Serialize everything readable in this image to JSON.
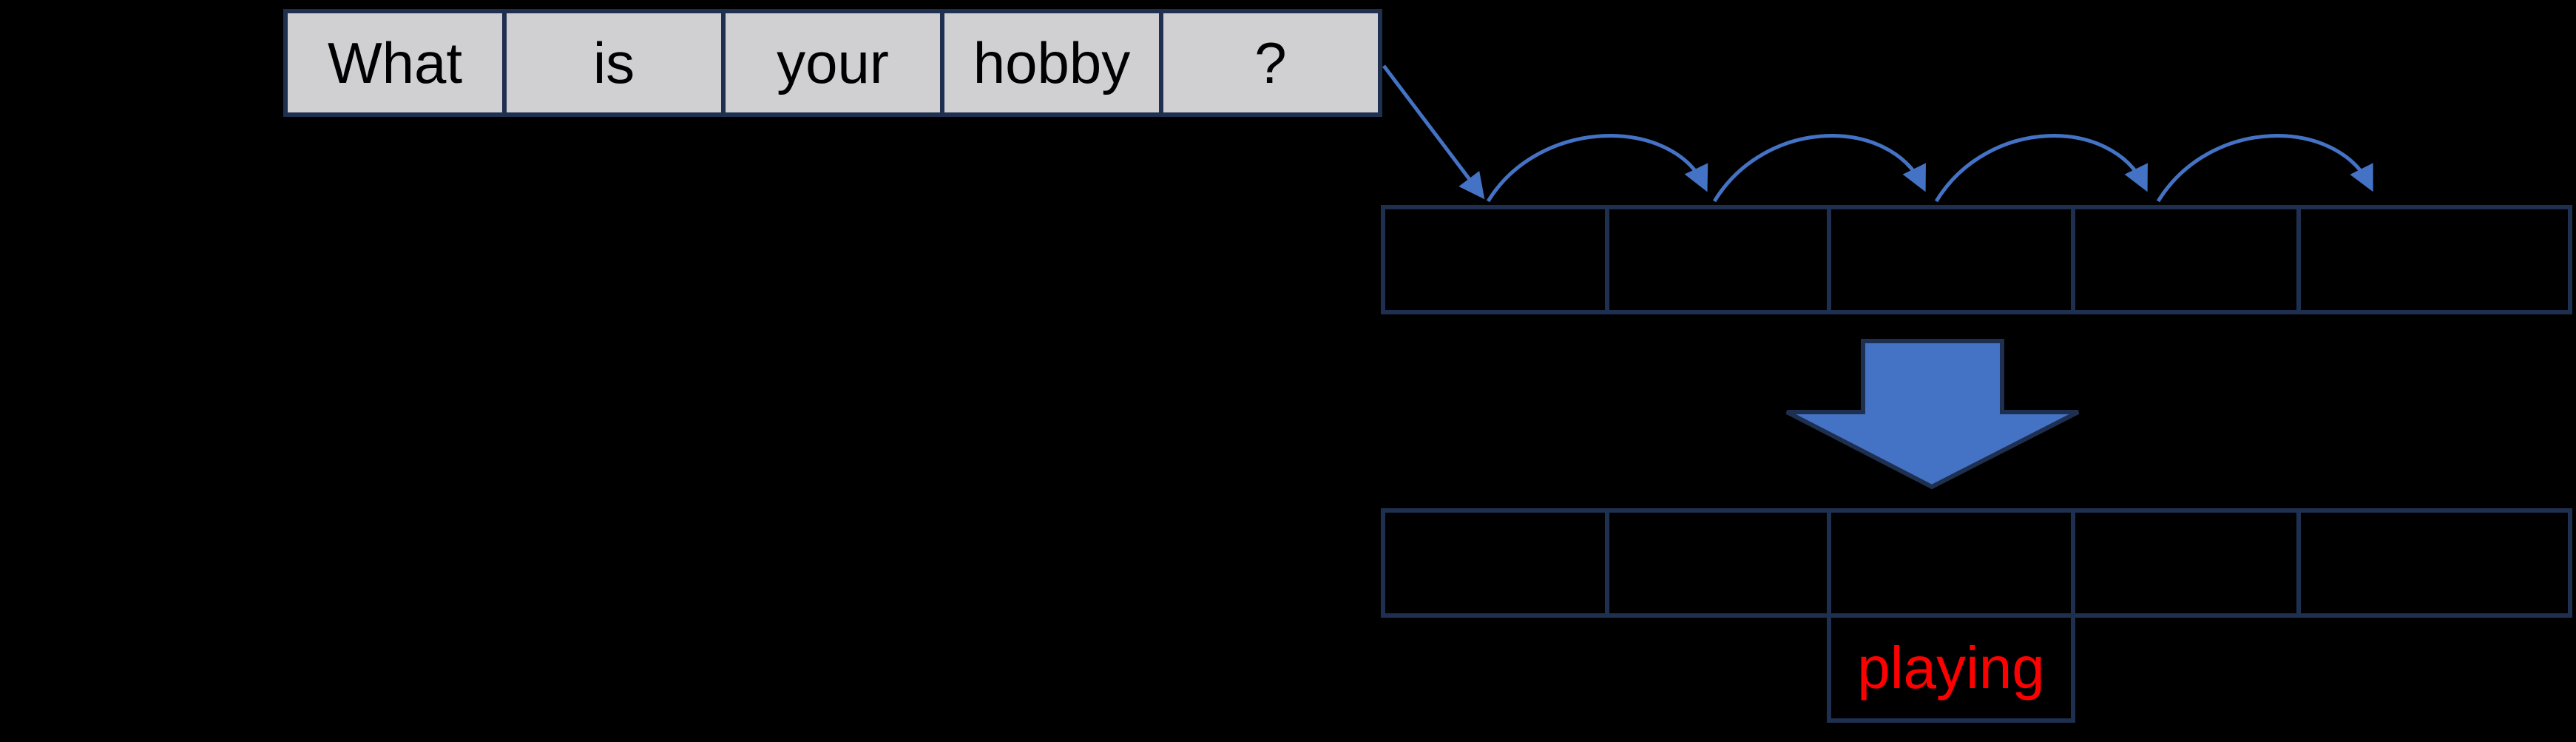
{
  "colors": {
    "background": "#000000",
    "border_navy": "#1E2F4F",
    "arrow_blue": "#4472C4",
    "cell_gray": "#D0D0D2",
    "word_text": "#000000",
    "output_text": "#FF0000"
  },
  "sentence_row": {
    "cells": [
      "What",
      "is",
      "your",
      "hobby",
      "?"
    ]
  },
  "state_rows": {
    "top_row_cell_count": 5,
    "bottom_row_cell_count": 5
  },
  "arrows": {
    "input_arrow": "arrow-from-sentence-to-first-cell",
    "hop_arc_count": 4,
    "transform_arrow": "down-block-arrow"
  },
  "output": {
    "label": "playing"
  }
}
